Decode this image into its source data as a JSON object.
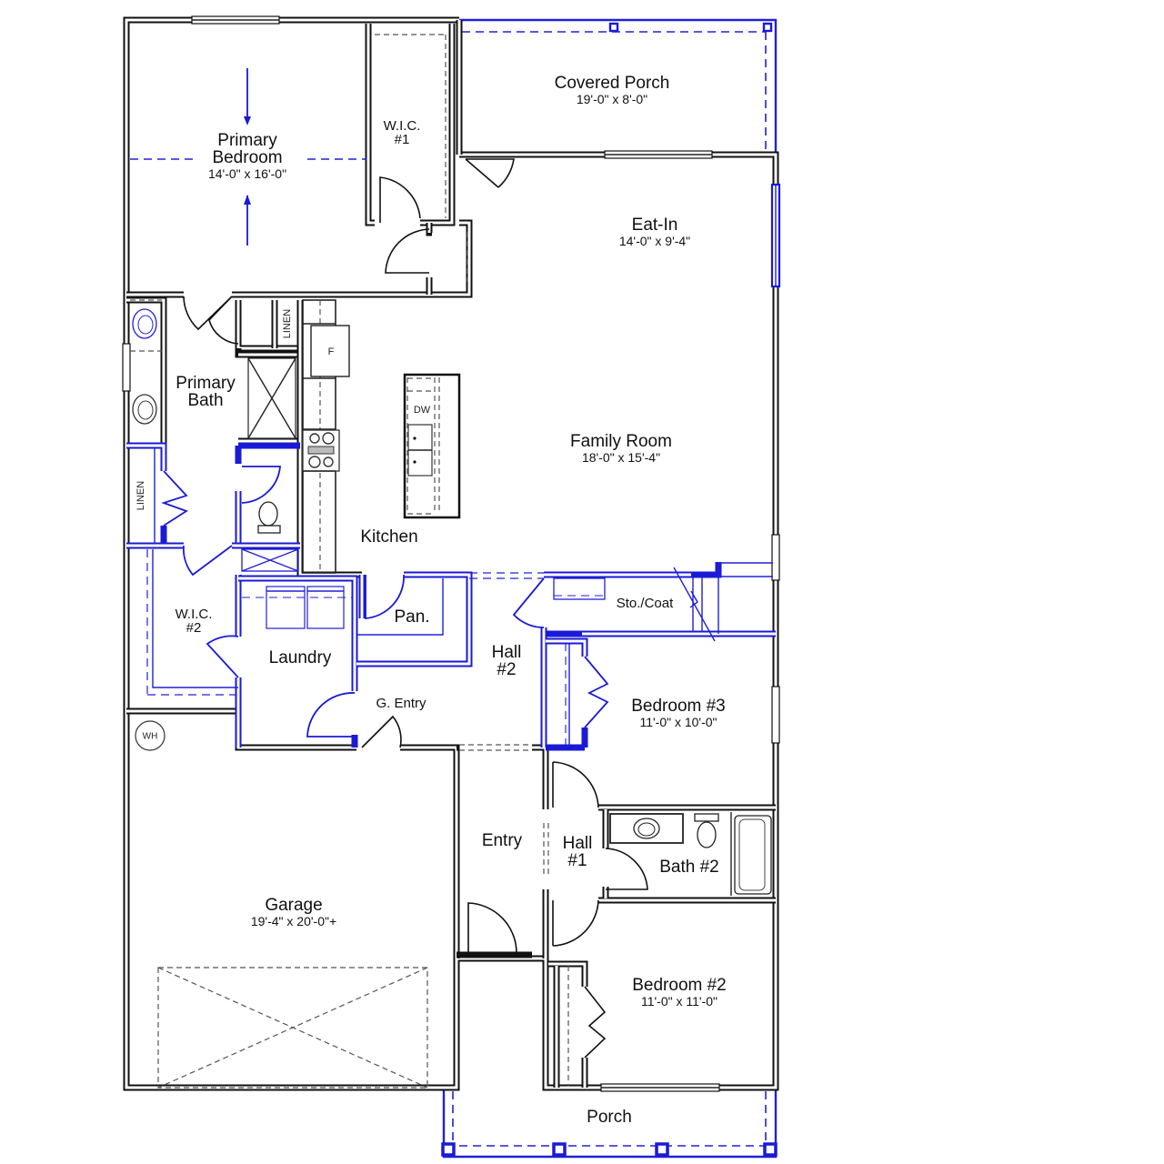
{
  "plan": {
    "wall_color": "#111111",
    "option_color": "#1a1ad6"
  },
  "rooms": {
    "primary_bedroom": {
      "name": "Primary\nBedroom",
      "line1": "Primary",
      "line2": "Bedroom",
      "dims": "14'-0\" x 16'-0\""
    },
    "wic1": {
      "line1": "W.I.C.",
      "line2": "#1"
    },
    "covered_porch": {
      "name": "Covered Porch",
      "dims": "19'-0\" x 8'-0\""
    },
    "eat_in": {
      "name": "Eat-In",
      "dims": "14'-0\" x 9'-4\""
    },
    "primary_bath": {
      "line1": "Primary",
      "line2": "Bath"
    },
    "family_room": {
      "name": "Family Room",
      "dims": "18'-0\" x 15'-4\""
    },
    "kitchen": {
      "name": "Kitchen"
    },
    "wic2": {
      "line1": "W.I.C.",
      "line2": "#2"
    },
    "laundry": {
      "name": "Laundry"
    },
    "pantry": {
      "name": "Pan."
    },
    "hall2": {
      "line1": "Hall",
      "line2": "#2"
    },
    "sto_coat": {
      "name": "Sto./Coat"
    },
    "g_entry": {
      "name": "G. Entry"
    },
    "bedroom3": {
      "name": "Bedroom #3",
      "dims": "11'-0\" x 10'-0\""
    },
    "garage": {
      "name": "Garage",
      "dims": "19'-4\" x 20'-0\"+"
    },
    "entry": {
      "name": "Entry"
    },
    "hall1": {
      "line1": "Hall",
      "line2": "#1"
    },
    "bath2": {
      "name": "Bath #2"
    },
    "bedroom2": {
      "name": "Bedroom #2",
      "dims": "11'-0\" x 11'-0\""
    },
    "porch": {
      "name": "Porch"
    }
  },
  "fixtures": {
    "linen_upper": "LINEN",
    "linen_lower": "LINEN",
    "fridge": "F",
    "dishwasher": "DW",
    "water_heater": "WH"
  }
}
